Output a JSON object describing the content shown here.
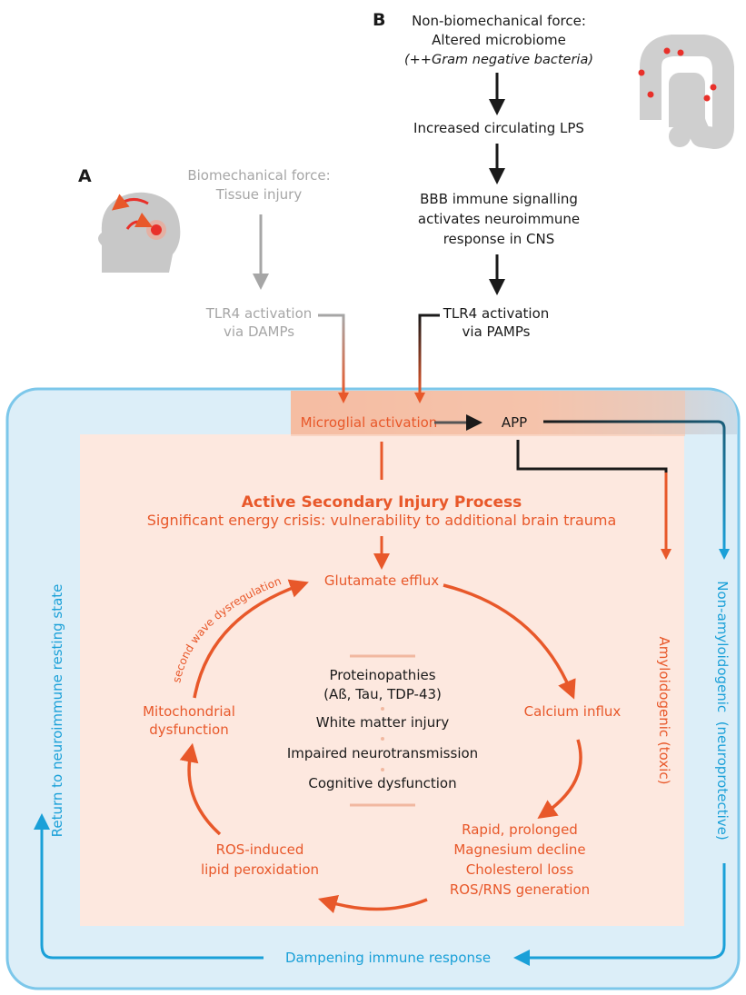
{
  "panel_a": {
    "letter": "A",
    "force": [
      "Biomechanical force:",
      "Tissue injury"
    ],
    "tlr4": [
      "TLR4 activation",
      "via DAMPs"
    ]
  },
  "panel_b": {
    "letter": "B",
    "force": [
      "Non-biomechanical force:",
      "Altered microbiome"
    ],
    "force_note": "(++Gram negative bacteria)",
    "step1": "Increased circulating LPS",
    "step2": [
      "BBB immune signalling",
      "activates neuroimmune",
      "response in CNS"
    ],
    "tlr4": [
      "TLR4 activation",
      "via PAMPs"
    ]
  },
  "microglial": "Microglial activation",
  "app": "APP",
  "injury": {
    "title": "Active Secondary Injury Process",
    "subtitle": "Significant energy crisis: vulnerability to additional brain trauma"
  },
  "cycle": {
    "glutamate": "Glutamate efflux",
    "calcium": "Calcium influx",
    "rapid": [
      "Rapid, prolonged",
      "Magnesium decline",
      "Cholesterol loss",
      "ROS/RNS generation"
    ],
    "ros": [
      "ROS-induced",
      "lipid peroxidation"
    ],
    "mito": [
      "Mitochondrial",
      "dysfunction"
    ],
    "second_wave": "second wave dysregulation"
  },
  "center": {
    "proteino": [
      "Proteinopathies",
      "(Aß, Tau, TDP-43)"
    ],
    "white": "White matter injury",
    "impaired": "Impaired neurotransmission",
    "cognitive": "Cognitive dysfunction"
  },
  "amyloidogenic": "Amyloidogenic (toxic)",
  "non_amyloidogenic": "Non-amyloidogenic  (neuroprotective)",
  "return": "Return to neuroimmune resting state",
  "dampening": "Dampening immune response",
  "colors": {
    "orange": "#e8582a",
    "blue": "#1aa0d8",
    "gray": "#a6a6a6",
    "dark": "#1a1a1a",
    "panel_bg": "#fde8df",
    "blue_bg": "#dceef8"
  }
}
